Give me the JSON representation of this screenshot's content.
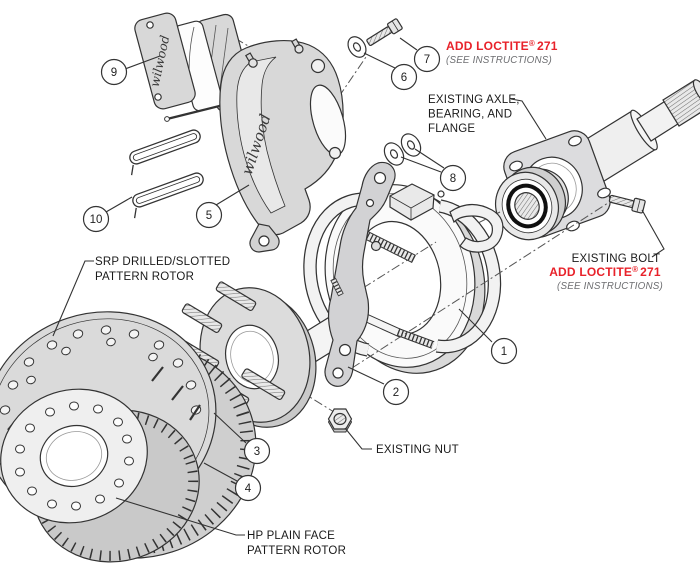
{
  "colors": {
    "red": "#e8222a",
    "note": "#6d6e71",
    "ink": "#333333",
    "part_fill": "#d8d8d8"
  },
  "brand": "wilwood",
  "callouts": {
    "c1": "1",
    "c2": "2",
    "c3": "3",
    "c4": "4",
    "c5": "5",
    "c6": "6",
    "c7": "7",
    "c8": "8",
    "c9": "9",
    "c10": "10"
  },
  "labels": {
    "loctite_top": {
      "main": "ADD LOCTITE",
      "reg": "®",
      "num": "271",
      "note": "(SEE INSTRUCTIONS)"
    },
    "axle": {
      "l1": "EXISTING AXLE,",
      "l2": "BEARING, AND",
      "l3": "FLANGE"
    },
    "bolt": {
      "l1": "EXISTING BOLT",
      "main": "ADD LOCTITE",
      "reg": "®",
      "num": "271",
      "note": "(SEE INSTRUCTIONS)"
    },
    "srp": {
      "l1": "SRP DRILLED/SLOTTED",
      "l2": "PATTERN ROTOR"
    },
    "hp": {
      "l1": "HP PLAIN FACE",
      "l2": "PATTERN ROTOR"
    },
    "nut": {
      "l1": "EXISTING NUT"
    }
  }
}
